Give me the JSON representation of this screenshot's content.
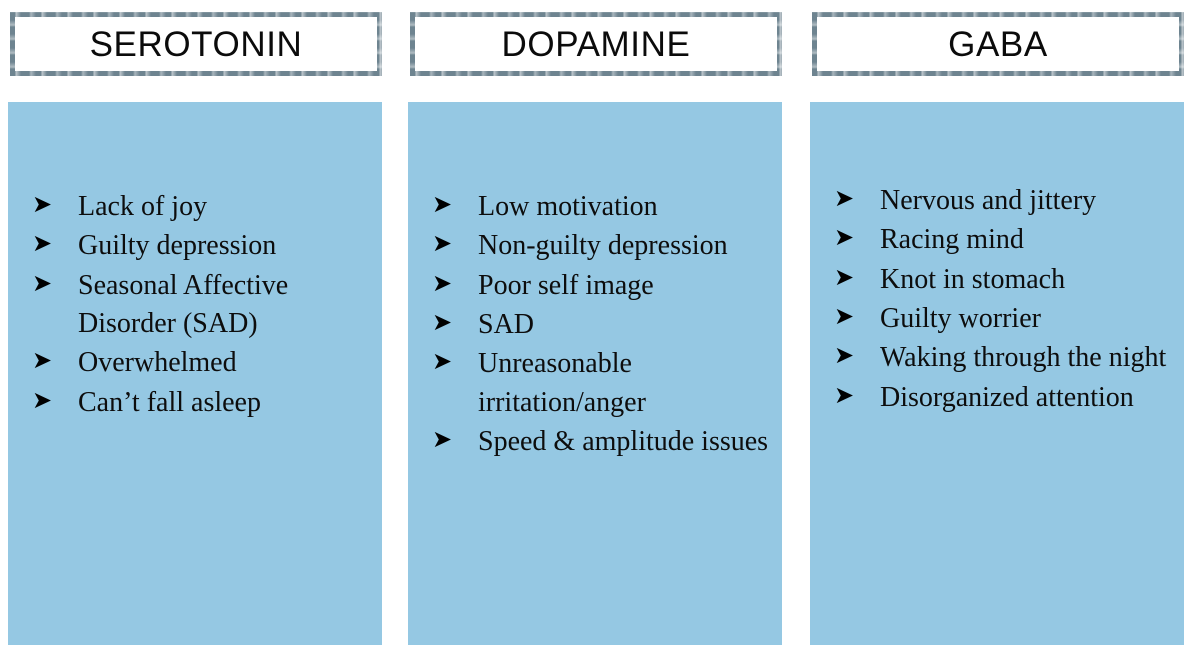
{
  "colors": {
    "panel_blue": "#95c8e3",
    "frame_gray": "#6e8490",
    "text_black": "#0d0d0d",
    "page_white": "#ffffff"
  },
  "bullet_glyph": "➤",
  "columns": [
    {
      "title": "SEROTONIN",
      "items": [
        "Lack of joy",
        "Guilty depression",
        "Seasonal Affective Disorder (SAD)",
        "Overwhelmed",
        "Can’t fall asleep"
      ]
    },
    {
      "title": "DOPAMINE",
      "items": [
        "Low motivation",
        "Non-guilty depression",
        "Poor self image",
        "SAD",
        "Unreasonable irritation/anger",
        "Speed & amplitude issues"
      ]
    },
    {
      "title": "GABA",
      "items": [
        "Nervous and jittery",
        "Racing mind",
        "Knot in stomach",
        "Guilty worrier",
        "Waking through the night",
        "Disorganized attention"
      ]
    }
  ]
}
